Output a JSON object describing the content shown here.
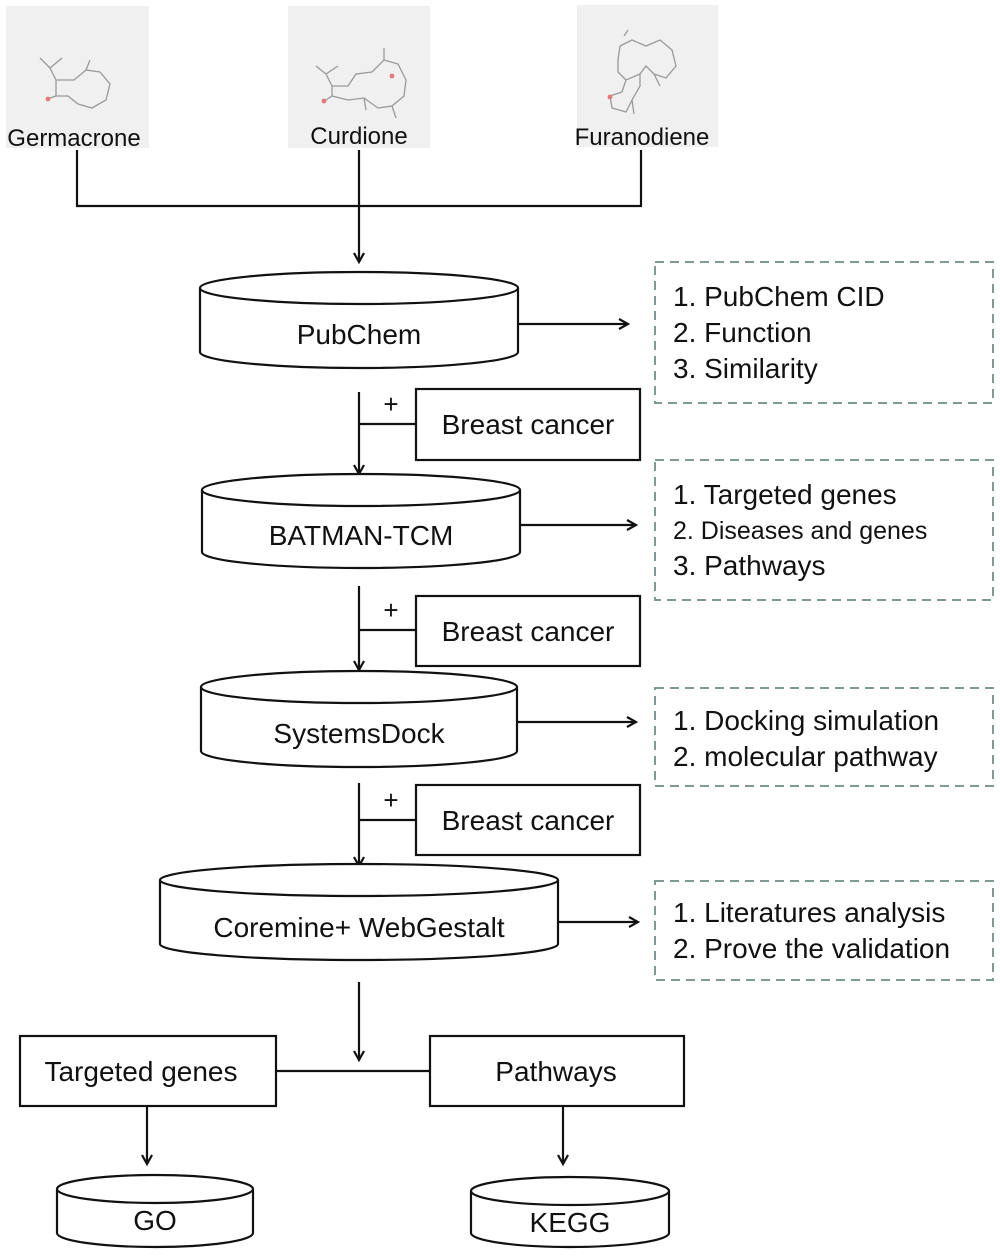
{
  "compounds": [
    {
      "name": "Germacrone"
    },
    {
      "name": "Curdione"
    },
    {
      "name": "Furanodiene"
    }
  ],
  "databases": {
    "pubchem": "PubChem",
    "batman": "BATMAN-TCM",
    "systemsdock": "SystemsDock",
    "coremine": "Coremine+ WebGestalt",
    "go": "GO",
    "kegg": "KEGG"
  },
  "filters": {
    "plus_sign": "+",
    "breast_cancer_1": "Breast cancer",
    "breast_cancer_2": "Breast cancer",
    "breast_cancer_3": "Breast cancer"
  },
  "outputs": {
    "targeted_genes": "Targeted genes",
    "pathways": "Pathways"
  },
  "notes": {
    "pubchem": [
      "1. PubChem CID",
      "2. Function",
      "3. Similarity"
    ],
    "batman": [
      "1. Targeted genes",
      "2. Diseases and genes",
      "3. Pathways"
    ],
    "systemsdock": [
      "1. Docking simulation",
      "2. molecular pathway"
    ],
    "coremine": [
      "1. Literatures analysis",
      "2. Prove the validation"
    ]
  },
  "colors": {
    "line": "#111111",
    "note_border": "#7f9a94",
    "compound_bg": "#f0f0f0",
    "oxygen": "#e07b7b"
  }
}
